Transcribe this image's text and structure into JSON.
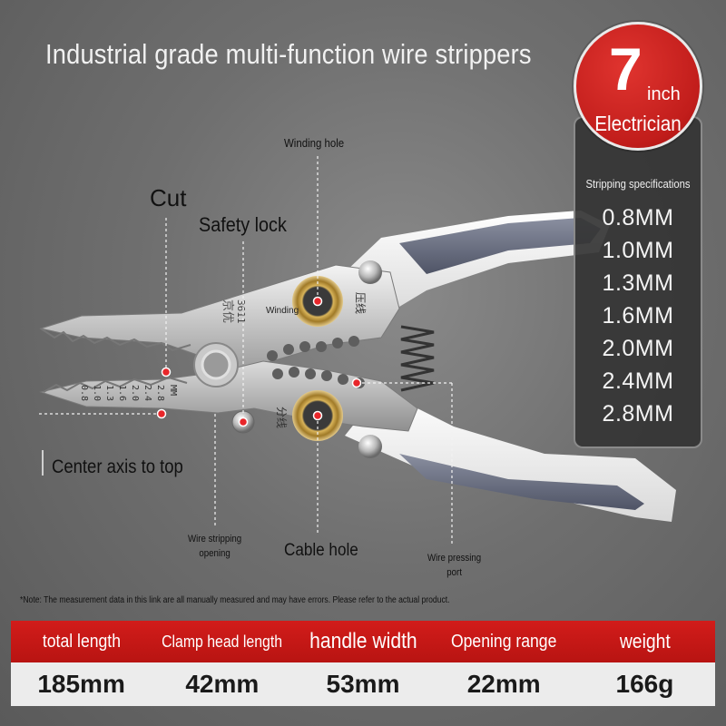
{
  "title": "Industrial grade multi-function wire strippers",
  "badge": {
    "number": "7",
    "unit": "inch",
    "word": "Electrician"
  },
  "spec_panel": {
    "heading": "Stripping specifications",
    "items": [
      "0.8MM",
      "1.0MM",
      "1.3MM",
      "1.6MM",
      "2.0MM",
      "2.4MM",
      "2.8MM"
    ]
  },
  "callouts": {
    "cut": "Cut",
    "safety_lock": "Safety lock",
    "winding_hole": "Winding hole",
    "center_axis": "Center axis to top",
    "wire_stripping_line1": "Wire stripping",
    "wire_stripping_line2": "opening",
    "cable_hole": "Cable hole",
    "wire_pressing_line1": "Wire pressing",
    "wire_pressing_line2": "port"
  },
  "tool_markings": {
    "winding": "Winding",
    "model": "3611",
    "brand": "京优",
    "press": "压线",
    "divide": "分线",
    "gauge": [
      "0.8",
      "1.0",
      "1.3",
      "1.6",
      "2.0",
      "2.4",
      "2.8",
      "MM"
    ]
  },
  "note": "*Note: The measurement data in this link are all manually measured and may have errors. Please refer to the actual product.",
  "table": {
    "headers": [
      "total length",
      "Clamp head length",
      "handle width",
      "Opening range",
      "weight"
    ],
    "values": [
      "185mm",
      "42mm",
      "53mm",
      "22mm",
      "166g"
    ]
  },
  "colors": {
    "accent_red": "#c8181a",
    "panel": "#343434",
    "handle_white": "#f4f4f4",
    "grip_gray": "#6f7486"
  }
}
